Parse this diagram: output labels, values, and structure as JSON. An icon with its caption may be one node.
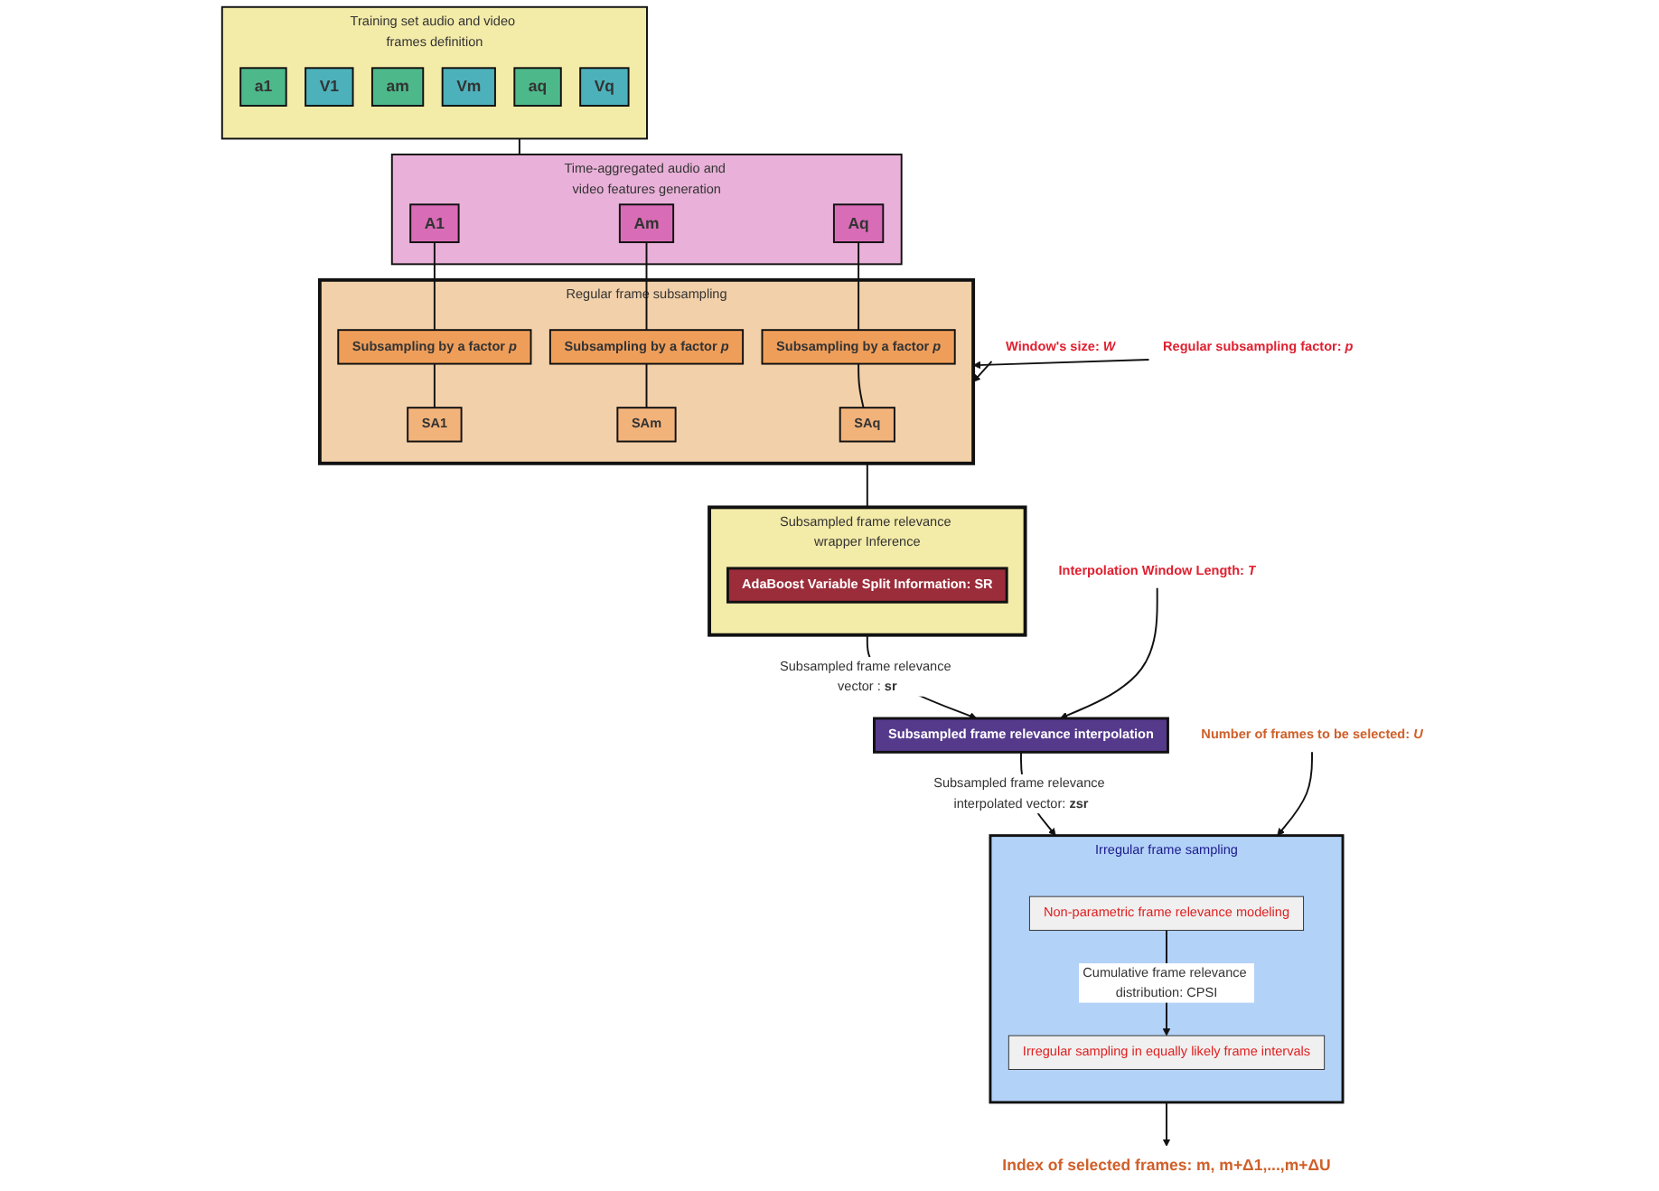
{
  "diagram": {
    "nodes": [
      {
        "text": [
          "Training set audio and video frames definition"
        ]
      },
      {
        "text": [
          "a1"
        ],
        "in": 0
      },
      {
        "text": [
          "V1"
        ],
        "in": 0
      },
      {
        "text": [
          "am"
        ],
        "in": 0
      },
      {
        "text": [
          "Vm"
        ],
        "in": 0
      },
      {
        "text": [
          "aq"
        ],
        "in": 0
      },
      {
        "text": [
          "Vq"
        ],
        "in": 0
      },
      {
        "text": [
          "Time-aggregated audio and video features generation"
        ]
      },
      {
        "text": [
          "A1"
        ],
        "in": 7
      },
      {
        "text": [
          "Am"
        ],
        "in": 7
      },
      {
        "text": [
          "Aq"
        ],
        "in": 7
      },
      {
        "text": [
          "Regular frame subsampling"
        ]
      },
      {
        "text": [
          "Subsampling by a factor *p*"
        ],
        "in": 11
      },
      {
        "text": [
          "Subsampling by a factor *p*"
        ],
        "in": 11
      },
      {
        "text": [
          "Subsampling by a factor *p*"
        ],
        "in": 11
      },
      {
        "text": [
          "SA1"
        ],
        "in": 11
      },
      {
        "text": [
          "SAm"
        ],
        "in": 11
      },
      {
        "text": [
          "SAq"
        ],
        "in": 11
      },
      {
        "text": [
          "Subsampled frame relevance wrapper Inference"
        ]
      },
      {
        "text": [
          "AdaBoost Variable Split Information:  SR"
        ],
        "in": 18
      },
      {
        "text": [
          "Subsampled frame relevance interpolation"
        ]
      },
      {
        "text": [
          "Irregular frame sampling"
        ]
      },
      {
        "text": [
          "Non-parametric frame relevance modeling"
        ],
        "in": 21
      },
      {
        "text": [
          "Irregular sampling in equally likely frame intervals"
        ],
        "in": 21
      },
      {
        "text": [
          "Index of selected frames: m, m+Δ1,...,m+ΔU"
        ]
      },
      {
        "text": [
          "Window's size: *W*"
        ]
      },
      {
        "text": [
          "Regular subsampling factor: *p*"
        ]
      },
      {
        "text": [
          "Number of frames to be selected: *U*"
        ]
      },
      {
        "text": [
          "Interpolation Window Length: *T*"
        ]
      }
    ],
    "edges": [
      {
        "from": 0,
        "to": 7,
        "arrow": "none"
      },
      {
        "from": 8,
        "to": 12,
        "arrow": "none"
      },
      {
        "from": 9,
        "to": 13,
        "arrow": "none"
      },
      {
        "from": 10,
        "to": 14,
        "arrow": "none"
      },
      {
        "from": 12,
        "to": 15,
        "arrow": "none"
      },
      {
        "from": 13,
        "to": 16,
        "arrow": "none"
      },
      {
        "from": 14,
        "to": 17,
        "arrow": "none"
      },
      {
        "from": 25,
        "to": 11,
        "arrow": "to"
      },
      {
        "from": 26,
        "to": 11,
        "arrow": "to"
      },
      {
        "from": 11,
        "to": 18,
        "arrow": "none"
      },
      {
        "from": 18,
        "to": 20,
        "arrow": "to",
        "label": "Subsampled frame relevance vector : **sr**"
      },
      {
        "from": 28,
        "to": 20,
        "arrow": "to"
      },
      {
        "from": 20,
        "to": 21,
        "arrow": "to",
        "label": "Subsampled frame relevance interpolated vector: **zsr**"
      },
      {
        "from": 27,
        "to": 21,
        "arrow": "to"
      },
      {
        "from": 22,
        "to": 23,
        "arrow": "to",
        "label": "Cumulative frame relevance distribution: CPSI"
      },
      {
        "from": 21,
        "to": 24,
        "arrow": "to"
      }
    ]
  }
}
